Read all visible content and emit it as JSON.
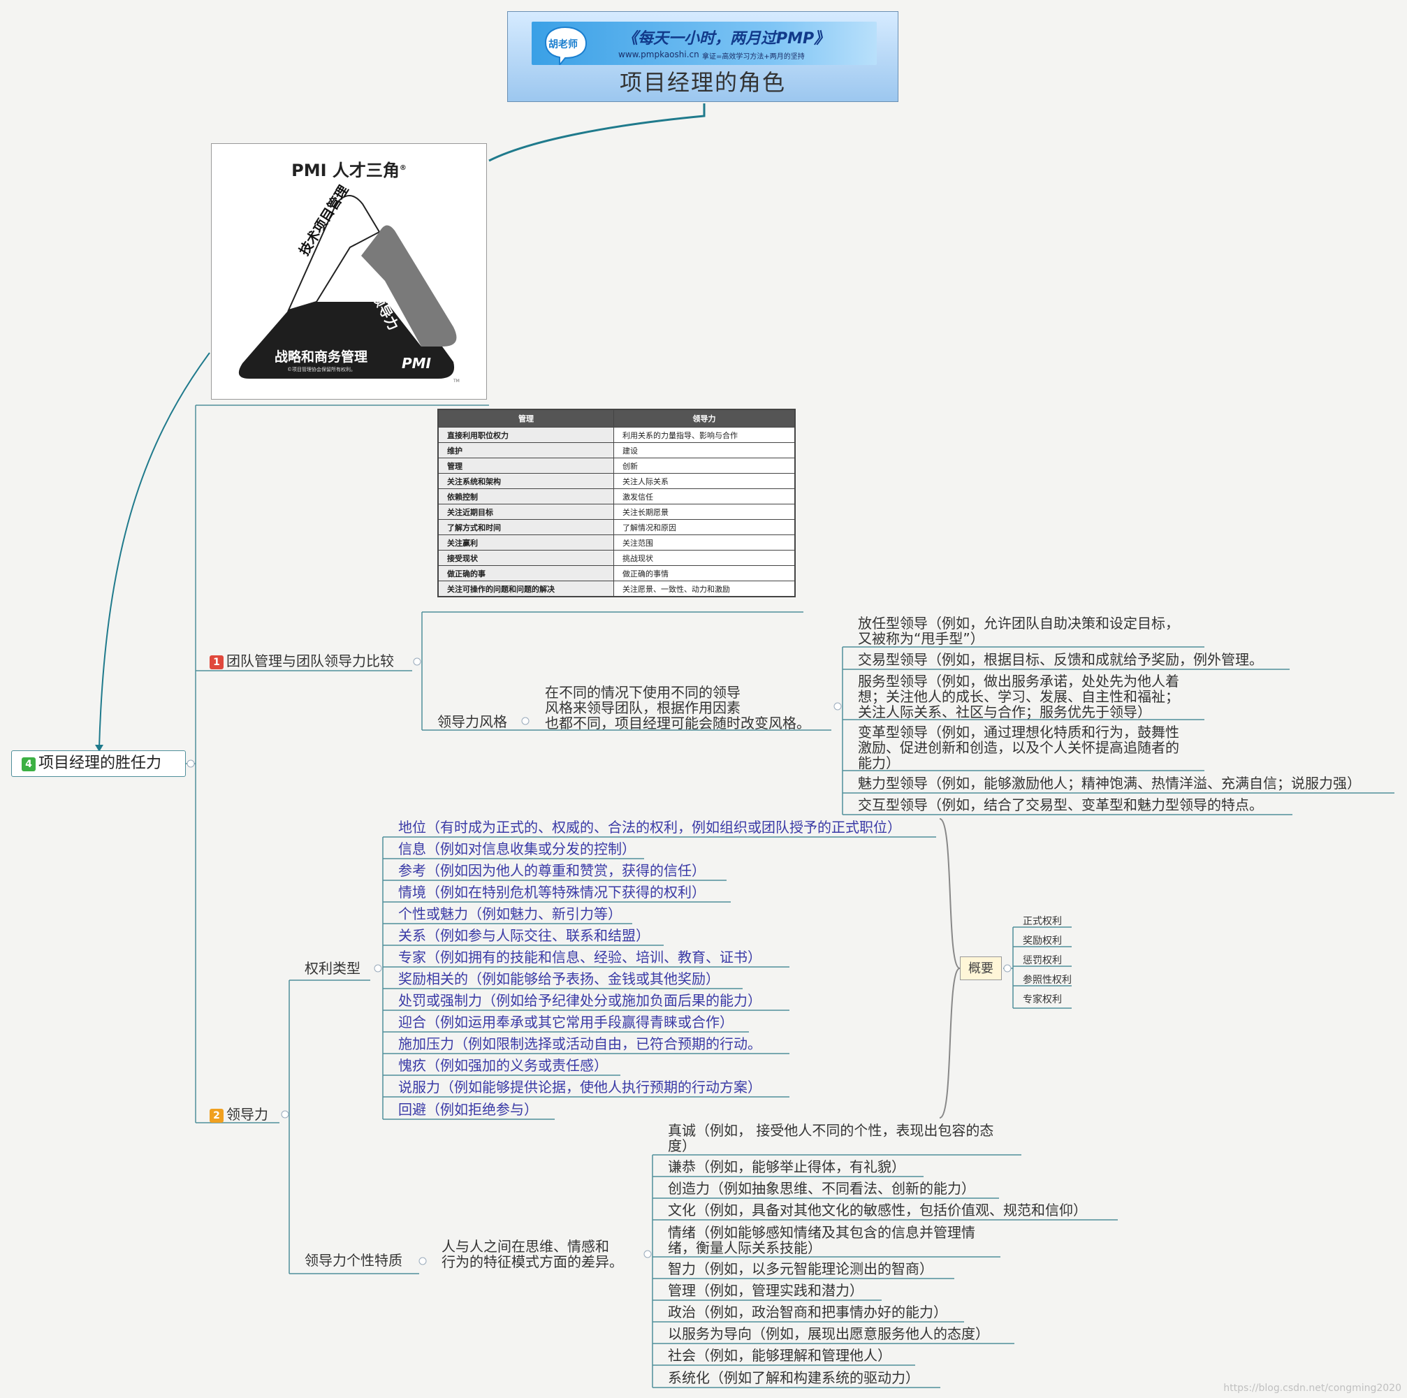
{
  "root": {
    "banner_badge": "胡老师",
    "banner_title": "《每天一小时，两月过PMP》",
    "banner_url": "www.pmpkaoshi.cn",
    "banner_slogan": "拿证=高效学习方法+两月的坚持",
    "title": "项目经理的角色"
  },
  "pmi_triangle": {
    "title": "PMI 人才三角",
    "reg_mark": "®",
    "side_left": "技术项目管理",
    "side_right": "领导力",
    "base": "战略和商务管理",
    "copyright": "©项目管理协会保留所有权利。",
    "logo": "PMI",
    "tm": "TM"
  },
  "competence": {
    "badge": "4",
    "label": "项目经理的胜任力"
  },
  "comparison": {
    "badge": "1",
    "label": "团队管理与团队领导力比较",
    "table": {
      "headers": [
        "管理",
        "领导力"
      ],
      "rows": [
        [
          "直接利用职位权力",
          "利用关系的力量指导、影响与合作"
        ],
        [
          "维护",
          "建设"
        ],
        [
          "管理",
          "创新"
        ],
        [
          "关注系统和架构",
          "关注人际关系"
        ],
        [
          "依赖控制",
          "激发信任"
        ],
        [
          "关注近期目标",
          "关注长期愿景"
        ],
        [
          "了解方式和时间",
          "了解情况和原因"
        ],
        [
          "关注赢利",
          "关注范围"
        ],
        [
          "接受现状",
          "挑战现状"
        ],
        [
          "做正确的事",
          "做正确的事情"
        ],
        [
          "关注可操作的问题和问题的解决",
          "关注愿景、一致性、动力和激励"
        ]
      ]
    },
    "style": {
      "label": "领导力风格",
      "desc": [
        "在不同的情况下使用不同的领导",
        "风格来领导团队，根据作用因素",
        "也都不同，项目经理可能会随时改变风格。"
      ],
      "items": [
        [
          "放任型领导（例如，允许团队自助决策和设定目标，",
          "又被称为“甩手型”）"
        ],
        [
          "交易型领导（例如，根据目标、反馈和成就给予奖励，例外管理。"
        ],
        [
          "服务型领导（例如，做出服务承诺，处处先为他人着",
          "想；关注他人的成长、学习、发展、自主性和福祉；",
          "关注人际关系、社区与合作；服务优先于领导）"
        ],
        [
          "变革型领导（例如，通过理想化特质和行为，鼓舞性",
          "激励、促进创新和创造，以及个人关怀提高追随者的",
          "能力）"
        ],
        [
          "魅力型领导（例如，能够激励他人；精神饱满、热情洋溢、充满自信；说服力强）"
        ],
        [
          "交互型领导（例如，结合了交易型、变革型和魅力型领导的特点。"
        ]
      ]
    }
  },
  "leadership": {
    "badge": "2",
    "label": "领导力",
    "power": {
      "label": "权利类型",
      "items": [
        "地位（有时成为正式的、权威的、合法的权利，例如组织或团队授予的正式职位）",
        "信息（例如对信息收集或分发的控制）",
        "参考（例如因为他人的尊重和赞赏，获得的信任）",
        "情境（例如在特别危机等特殊情况下获得的权利）",
        "个性或魅力（例如魅力、新引力等）",
        "关系（例如参与人际交往、联系和结盟）",
        "专家（例如拥有的技能和信息、经验、培训、教育、证书）",
        "奖励相关的（例如能够给予表扬、金钱或其他奖励）",
        "处罚或强制力（例如给予纪律处分或施加负面后果的能力）",
        "迎合（例如运用奉承或其它常用手段赢得青睐或合作）",
        "施加压力（例如限制选择或活动自由，已符合预期的行动。",
        "愧疚（例如强加的义务或责任感）",
        "说服力（例如能够提供论据，使他人执行预期的行动方案）",
        "回避（例如拒绝参与）"
      ],
      "summary_label": "概要",
      "summary_items": [
        "正式权利",
        "奖励权利",
        "惩罚权利",
        "参照性权利",
        "专家权利"
      ]
    },
    "traits": {
      "label": "领导力个性特质",
      "desc": [
        "人与人之间在思维、情感和",
        "行为的特征模式方面的差异。"
      ],
      "items": [
        [
          "真诚（例如，  接受他人不同的个性，表现出包容的态",
          "度）"
        ],
        [
          "谦恭（例如，能够举止得体，有礼貌）"
        ],
        [
          "创造力（例如抽象思维、不同看法、创新的能力）"
        ],
        [
          "文化（例如，具备对其他文化的敏感性，包括价值观、规范和信仰）"
        ],
        [
          "情绪（例如能够感知情绪及其包含的信息并管理情",
          "绪，衡量人际关系技能）"
        ],
        [
          "智力（例如，以多元智能理论测出的智商）"
        ],
        [
          "管理（例如，管理实践和潜力）"
        ],
        [
          "政治（例如，政治智商和把事情办好的能力）"
        ],
        [
          "以服务为导向（例如，展现出愿意服务他人的态度）"
        ],
        [
          "社会（例如，能够理解和管理他人）"
        ],
        [
          "系统化（例如了解和构建系统的驱动力）"
        ]
      ]
    }
  },
  "watermark": "https://blog.csdn.net/congming2020",
  "colors": {
    "connector": "#1f7a8c",
    "underline": "#4f8f9a",
    "badge_red": "#e0483c",
    "badge_orange": "#f0a020",
    "badge_green": "#3cb043",
    "power_text": "#3a3aa6"
  }
}
